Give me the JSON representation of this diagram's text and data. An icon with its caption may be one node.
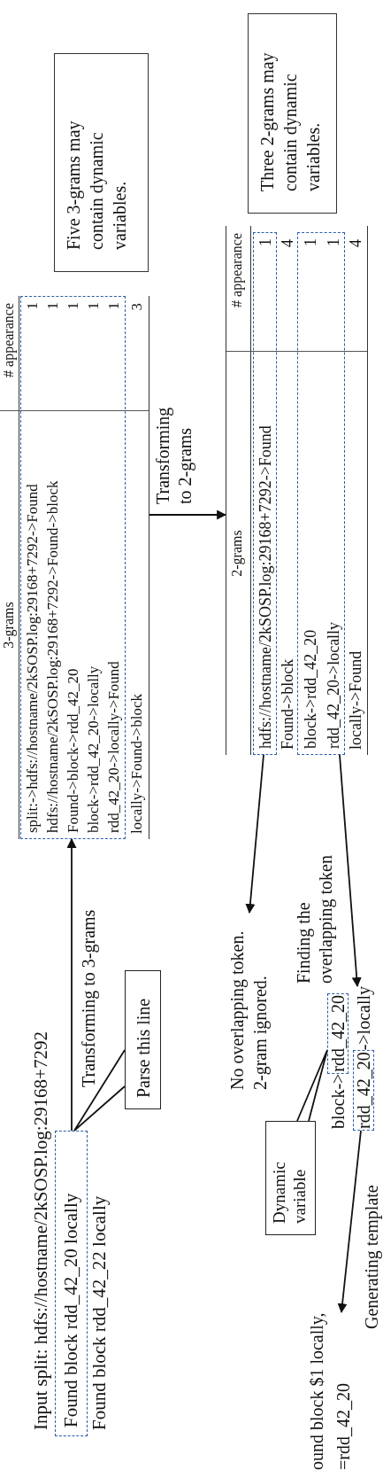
{
  "diagram": {
    "nodes": [
      {
        "text": [
          "Input split: hdfs://hostname/2kSOSP.log:29168+7292"
        ]
      },
      {
        "text": [
          "Found block rdd_42_20 locally"
        ]
      },
      {
        "text": [
          "Found block rdd_42_22 locally"
        ]
      },
      {
        "text": [
          "Parse this line"
        ]
      },
      {
        "text": [
          "3-grams",
          "# appearance"
        ]
      },
      {
        "text": [],
        "shape": "box",
        "in": 4
      },
      {
        "text": [
          "split:->hdfs://hostname/2kSOSP.log:29168+7292->Found",
          "1"
        ],
        "in": 5
      },
      {
        "text": [
          "hdfs://hostname/2kSOSP.log:29168+7292->Found->block",
          "1"
        ],
        "in": 5
      },
      {
        "text": [
          "Found->block->rdd_42_20",
          "1"
        ],
        "in": 5
      },
      {
        "text": [
          "block->rdd_42_20->locally",
          "1"
        ],
        "in": 5
      },
      {
        "text": [
          "rdd_42_20->locally->Found",
          "1"
        ],
        "in": 5
      },
      {
        "text": [
          "locally->Found->block",
          "3"
        ],
        "in": 4
      },
      {
        "text": [
          "2-grams",
          "# appearance"
        ]
      },
      {
        "text": [],
        "shape": "box",
        "in": 12
      },
      {
        "text": [
          "hdfs://hostname/2kSOSP.log:29168+7292->Found",
          "1"
        ],
        "in": 13
      },
      {
        "text": [
          "Found->block",
          "4"
        ],
        "in": 12
      },
      {
        "text": [],
        "shape": "box",
        "in": 12
      },
      {
        "text": [
          "block->rdd_42_20",
          "1"
        ],
        "in": 16
      },
      {
        "text": [
          "rdd_42_20->locally",
          "1"
        ],
        "in": 16
      },
      {
        "text": [
          "locally->Found",
          "4"
        ],
        "in": 12
      },
      {
        "text": [
          "Five 3-grams may contain dynamic variables."
        ]
      },
      {
        "text": [
          "Three 2-grams may contain dynamic variables."
        ]
      },
      {
        "text": [
          "No overlapping token. 2-gram ignored."
        ]
      },
      {
        "text": [
          "block->rdd_42_20"
        ]
      },
      {
        "text": [
          "rdd_42_20->locally"
        ]
      },
      {
        "text": [
          "Dynamic variable"
        ]
      },
      {
        "text": [
          "ound block $1 locally,",
          "=rdd_42_20"
        ]
      }
    ],
    "edges": [
      {
        "from": 1,
        "to": 4,
        "arrow": "to",
        "label": "Transforming to 3-grams"
      },
      {
        "from": 3,
        "to": 1,
        "arrow": "none"
      },
      {
        "from": 4,
        "to": 12,
        "arrow": "to",
        "label": "Transforming to 2-grams"
      },
      {
        "from": 13,
        "to": 22,
        "arrow": "to"
      },
      {
        "from": 16,
        "to": 24,
        "arrow": "to",
        "label": "Finding the overlapping token"
      },
      {
        "from": 25,
        "to": 23,
        "arrow": "none"
      },
      {
        "from": 24,
        "to": 26,
        "arrow": "to",
        "label": "Generating template"
      }
    ]
  }
}
